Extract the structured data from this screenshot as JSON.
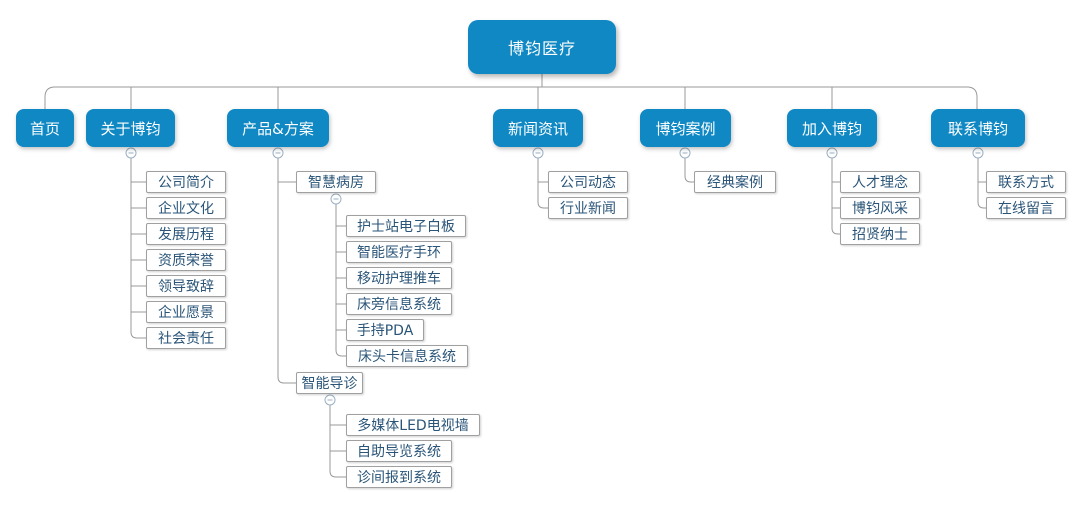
{
  "root": {
    "label": "博钧医疗"
  },
  "nav": {
    "home": "首页",
    "about": "关于博钧",
    "products": "产品&方案",
    "news": "新闻资讯",
    "cases": "博钧案例",
    "join": "加入博钧",
    "contact": "联系博钧"
  },
  "children": {
    "about": [
      "公司简介",
      "企业文化",
      "发展历程",
      "资质荣誉",
      "领导致辞",
      "企业愿景",
      "社会责任"
    ],
    "products": {
      "ward": "智慧病房",
      "guide": "智能导诊"
    },
    "ward": [
      "护士站电子白板",
      "智能医疗手环",
      "移动护理推车",
      "床旁信息系统",
      "手持PDA",
      "床头卡信息系统"
    ],
    "guide": [
      "多媒体LED电视墙",
      "自助导览系统",
      "诊间报到系统"
    ],
    "news": [
      "公司动态",
      "行业新闻"
    ],
    "cases": [
      "经典案例"
    ],
    "join": [
      "人才理念",
      "博钧风采",
      "招贤纳士"
    ],
    "contact": [
      "联系方式",
      "在线留言"
    ]
  },
  "colors": {
    "node_fill": "#0f88c4",
    "node_text": "#ffffff",
    "leaf_text": "#2a5578",
    "leaf_border": "#a0a0a0",
    "line": "#999999",
    "toggle": "#9bb0c4"
  }
}
